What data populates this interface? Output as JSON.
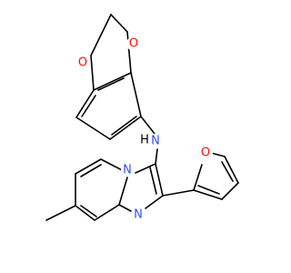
{
  "molecule": {
    "atoms": {
      "o1": "O",
      "o2": "O",
      "nh": "N",
      "nh_h": "H",
      "n_bridge": "N",
      "n_ring": "N",
      "o_furan": "O"
    }
  },
  "colors": {
    "oxygen": "#ff0d0d",
    "nitrogen": "#3050f8",
    "carbon_bond": "#000000",
    "background": "#ffffff"
  }
}
